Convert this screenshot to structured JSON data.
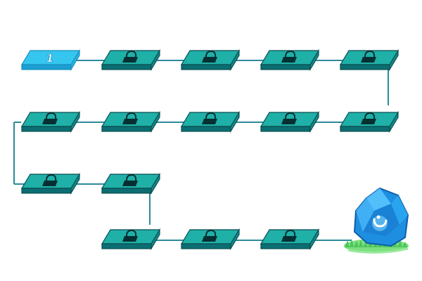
{
  "map": {
    "levels": [
      {
        "label": "1",
        "state": "unlocked"
      },
      {
        "label": "",
        "state": "locked"
      },
      {
        "label": "",
        "state": "locked"
      },
      {
        "label": "",
        "state": "locked"
      },
      {
        "label": "",
        "state": "locked"
      },
      {
        "label": "",
        "state": "locked"
      },
      {
        "label": "",
        "state": "locked"
      },
      {
        "label": "",
        "state": "locked"
      },
      {
        "label": "",
        "state": "locked"
      },
      {
        "label": "",
        "state": "locked"
      },
      {
        "label": "",
        "state": "locked"
      },
      {
        "label": "",
        "state": "locked"
      },
      {
        "label": "",
        "state": "locked"
      },
      {
        "label": "",
        "state": "locked"
      },
      {
        "label": "",
        "state": "locked"
      }
    ],
    "goal": {
      "icon": "blue-crystal-rune-stone-icon"
    },
    "colors": {
      "unlocked": "#34c6ef",
      "locked": "#1fb0a8",
      "path": "#2a8a9a",
      "crystal": "#1e8fe0",
      "grass": "#5ad06a"
    }
  }
}
